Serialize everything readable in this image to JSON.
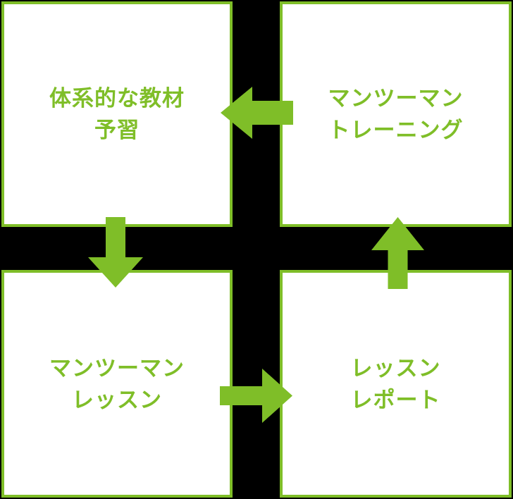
{
  "diagram": {
    "colors": {
      "accent_green": "#7fbe28",
      "box_background": "#ffffff",
      "page_background": "#000000"
    },
    "boxes": [
      {
        "id": "systematic-materials-preparation",
        "line1": "体系的な教材",
        "line2": "予習"
      },
      {
        "id": "man-to-man-training",
        "line1": "マンツーマン",
        "line2": "トレーニング"
      },
      {
        "id": "man-to-man-lesson",
        "line1": "マンツーマン",
        "line2": "レッスン"
      },
      {
        "id": "lesson-report",
        "line1": "レッスン",
        "line2": "レポート"
      }
    ],
    "arrows": [
      {
        "id": "training-to-preparation",
        "direction": "left"
      },
      {
        "id": "preparation-to-lesson",
        "direction": "down"
      },
      {
        "id": "lesson-to-report",
        "direction": "right"
      },
      {
        "id": "report-to-training",
        "direction": "up"
      }
    ]
  }
}
